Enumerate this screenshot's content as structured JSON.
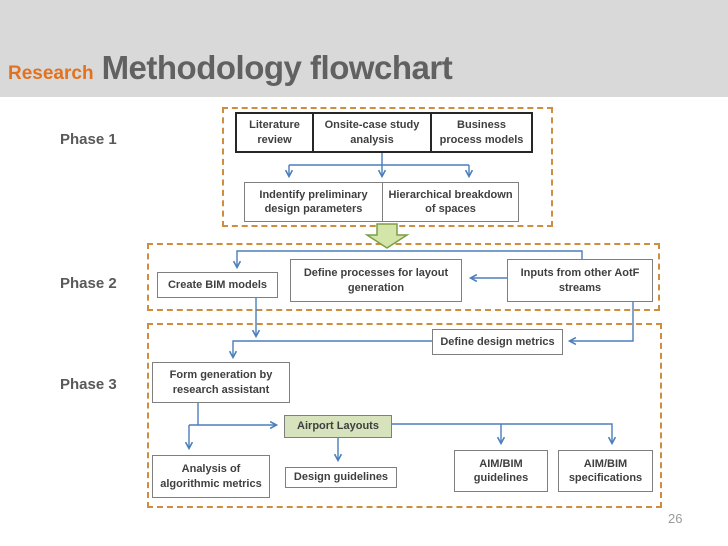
{
  "header": {
    "kicker": "Research",
    "title": "Methodology flowchart"
  },
  "page_number": "26",
  "colors": {
    "header_bg": "#d9d9d9",
    "kicker_orange": "#e2721f",
    "title_gray": "#616161",
    "phase_dash_orange": "#cf8e3e",
    "connector_blue": "#4a7ebb",
    "box_border_dark": "#262626",
    "box_border_gray": "#7f7f7f",
    "green_arrow_fill": "#d3e5a8",
    "green_arrow_border": "#7f9d45",
    "airport_box_fill": "#d6e3bc"
  },
  "phases": {
    "p1": {
      "label": "Phase 1"
    },
    "p2": {
      "label": "Phase 2"
    },
    "p3": {
      "label": "Phase 3"
    }
  },
  "nodes": {
    "literature": {
      "label": "Literature review"
    },
    "onsite": {
      "label": "Onsite-case study analysis"
    },
    "business": {
      "label": "Business process models"
    },
    "identify": {
      "label": "Indentify preliminary design parameters"
    },
    "hierarchical": {
      "label": "Hierarchical breakdown of spaces"
    },
    "create_bim": {
      "label": "Create BIM models"
    },
    "define_processes": {
      "label": "Define processes for layout generation"
    },
    "inputs_aotf": {
      "label": "Inputs from other AotF streams"
    },
    "define_metrics": {
      "label": "Define design metrics"
    },
    "form_generation": {
      "label": "Form generation by research assistant"
    },
    "airport_layouts": {
      "label": "Airport Layouts"
    },
    "analysis_metrics": {
      "label": "Analysis of algorithmic metrics"
    },
    "design_guidelines": {
      "label": "Design guidelines"
    },
    "aim_guidelines": {
      "label": "AIM/BIM guidelines"
    },
    "aim_specifications": {
      "label": "AIM/BIM specifications"
    }
  },
  "edges": [
    {
      "from": "onsite",
      "to": "identify"
    },
    {
      "from": "onsite",
      "to": "hierarchical"
    },
    {
      "from": "phase1",
      "to": "phase2"
    },
    {
      "from": "entry",
      "to": "create_bim"
    },
    {
      "from": "entry",
      "to": "inputs_aotf"
    },
    {
      "from": "inputs_aotf",
      "to": "define_processes"
    },
    {
      "from": "inputs_aotf",
      "to": "define_metrics"
    },
    {
      "from": "create_bim",
      "to": "form_generation"
    },
    {
      "from": "define_metrics",
      "to": "form_generation"
    },
    {
      "from": "form_generation",
      "to": "airport_layouts"
    },
    {
      "from": "form_generation",
      "to": "analysis_metrics"
    },
    {
      "from": "airport_layouts",
      "to": "design_guidelines"
    },
    {
      "from": "airport_layouts",
      "to": "aim_guidelines"
    },
    {
      "from": "airport_layouts",
      "to": "aim_specifications"
    }
  ]
}
